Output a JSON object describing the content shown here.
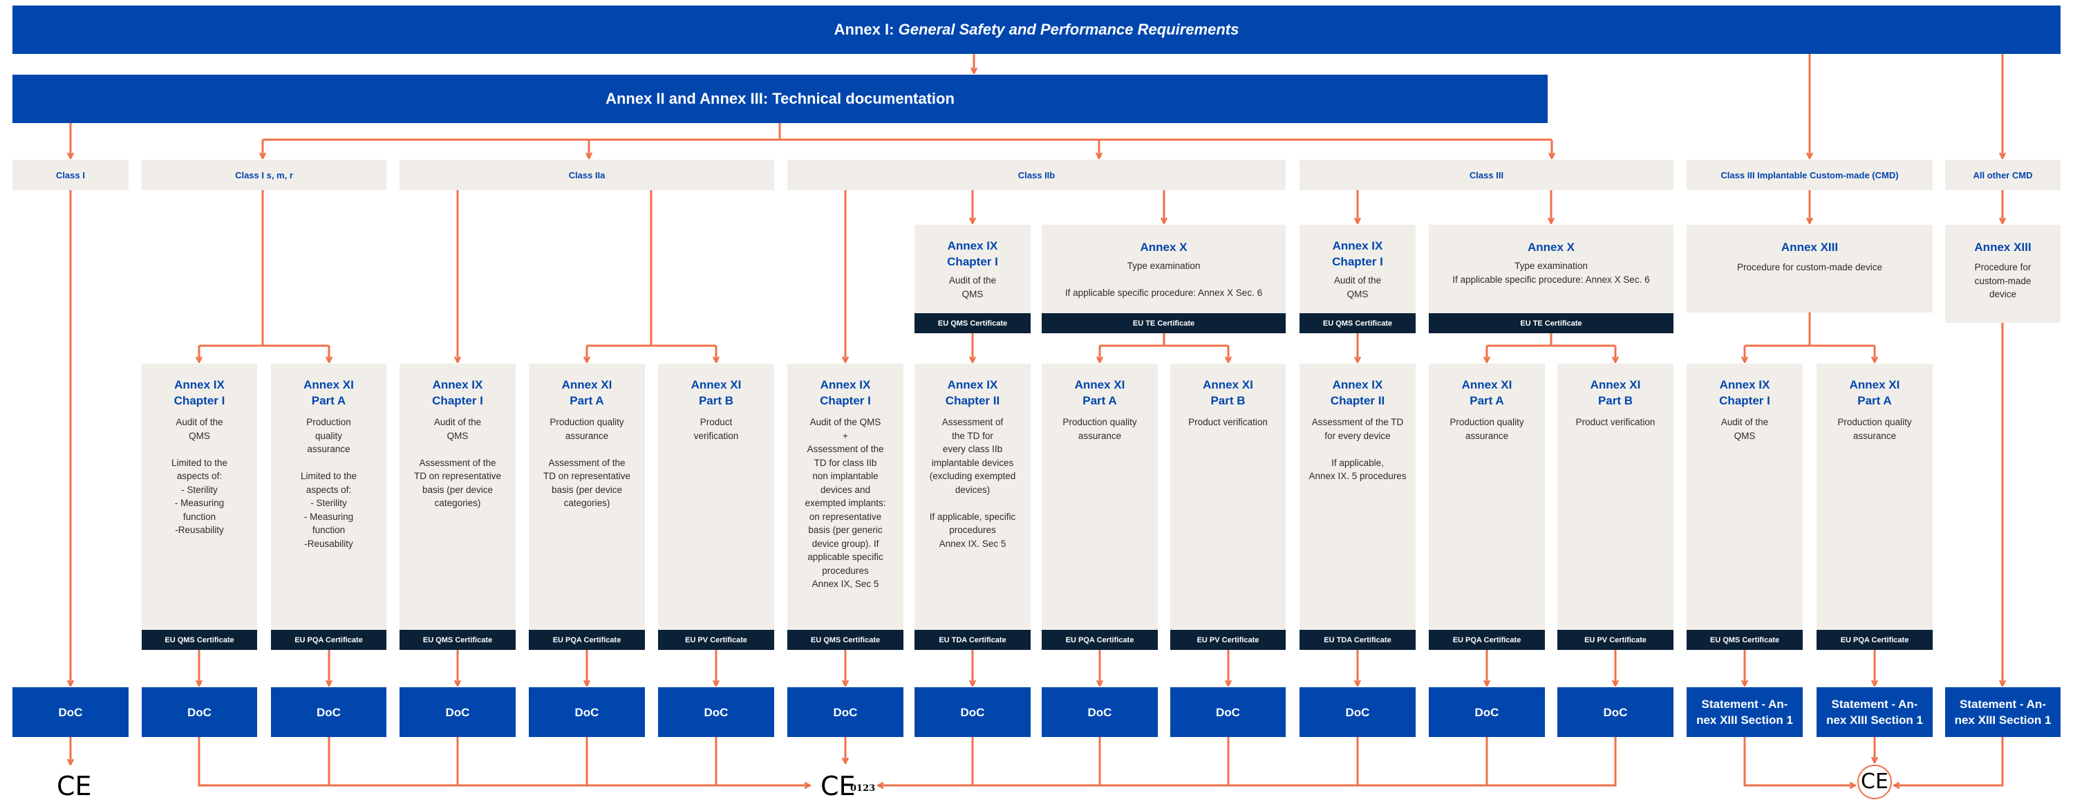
{
  "banners": {
    "annex1_prefix": "Annex I: ",
    "annex1_italic": "General Safety and Performance Requirements",
    "annex2": "Annex II and Annex III: Technical documentation"
  },
  "classes": [
    "Class I",
    "Class I s, m, r",
    "Class IIa",
    "Class IIb",
    "Class III",
    "Class III Implantable Custom-made (CMD)",
    "All other CMD"
  ],
  "upper_boxes": [
    {
      "title": "Annex IX\nChapter I",
      "text": "Audit of the\nQMS",
      "cert": "EU QMS Certificate"
    },
    {
      "title": "Annex X",
      "text": "Type examination\n\nIf applicable specific procedure: Annex X Sec. 6",
      "cert": "EU TE Certificate"
    },
    {
      "title": "Annex IX\nChapter I",
      "text": "Audit of the\nQMS",
      "cert": "EU QMS Certificate"
    },
    {
      "title": "Annex X",
      "text": "Type examination\nIf applicable specific procedure: Annex X Sec. 6",
      "cert": "EU TE Certificate"
    },
    {
      "title": "Annex XIII",
      "text": "Procedure for custom-made device"
    },
    {
      "title": "Annex XIII",
      "text": "Procedure for\ncustom-made\ndevice"
    }
  ],
  "boxes": [
    {
      "title": "Annex IX\nChapter I",
      "text": "Audit of the\nQMS\n\nLimited to the\naspects of:\n- Sterility\n- Measuring\nfunction\n-Reusability",
      "cert": "EU QMS Certificate"
    },
    {
      "title": "Annex XI\nPart A",
      "text": "Production\nquality\nassurance\n\nLimited to the\naspects of:\n- Sterility\n- Measuring\nfunction\n-Reusability",
      "cert": "EU PQA Certificate"
    },
    {
      "title": "Annex IX\nChapter I",
      "text": "Audit of the\nQMS\n\nAssessment of the\nTD on representative\nbasis (per device\ncategories)",
      "cert": "EU QMS Certificate"
    },
    {
      "title": "Annex XI\nPart A",
      "text": "Production quality\nassurance\n\nAssessment of the\nTD on representative\nbasis (per device\ncategories)",
      "cert": "EU PQA Certificate"
    },
    {
      "title": "Annex XI\nPart B",
      "text": "Product\nverification",
      "cert": "EU PV Certificate"
    },
    {
      "title": "Annex IX\nChapter I",
      "text": "Audit of the QMS\n+\nAssessment of the\nTD for class IIb\nnon implantable\ndevices and\nexempted implants:\non representative\nbasis (per generic\ndevice group). If\napplicable specific\nprocedures\nAnnex IX, Sec 5",
      "cert": "EU QMS Certificate"
    },
    {
      "title": "Annex IX\nChapter II",
      "text": "Assessment of\nthe TD for\nevery class IIb\nimplantable devices\n(excluding exempted\ndevices)\n\nIf applicable, specific\nprocedures\nAnnex IX. Sec 5",
      "cert": "EU TDA Certificate"
    },
    {
      "title": "Annex XI\nPart A",
      "text": "Production quality\nassurance",
      "cert": "EU PQA Certificate"
    },
    {
      "title": "Annex XI\nPart B",
      "text": "Product verification",
      "cert": "EU PV Certificate"
    },
    {
      "title": "Annex IX\nChapter II",
      "text": "Assessment of the TD\nfor every device\n\nIf applicable,\nAnnex IX. 5 procedures",
      "cert": "EU TDA Certificate"
    },
    {
      "title": "Annex XI\nPart A",
      "text": "Production quality\nassurance",
      "cert": "EU PQA Certificate"
    },
    {
      "title": "Annex XI\nPart B",
      "text": "Product verification",
      "cert": "EU PV Certificate"
    },
    {
      "title": "Annex IX\nChapter I",
      "text": "Audit of the\nQMS",
      "cert": "EU QMS Certificate"
    },
    {
      "title": "Annex XI\nPart A",
      "text": "Production quality\nassurance",
      "cert": "EU PQA Certificate"
    }
  ],
  "docs": [
    "DoC",
    "DoC",
    "DoC",
    "DoC",
    "DoC",
    "DoC",
    "DoC",
    "DoC",
    "DoC",
    "DoC",
    "DoC",
    "DoC",
    "DoC",
    "Statement - An-\nnex XIII Section 1",
    "Statement - An-\nnex XIII Section 1",
    "Statement - An-\nnex XIII Section 1"
  ],
  "marks": {
    "ce": "CE",
    "notified_body_number": "0123"
  },
  "colors": {
    "primary_blue": "#0046ad",
    "dark_navy": "#0b2137",
    "arrow": "#f0714a",
    "panel": "#f1eeea"
  }
}
